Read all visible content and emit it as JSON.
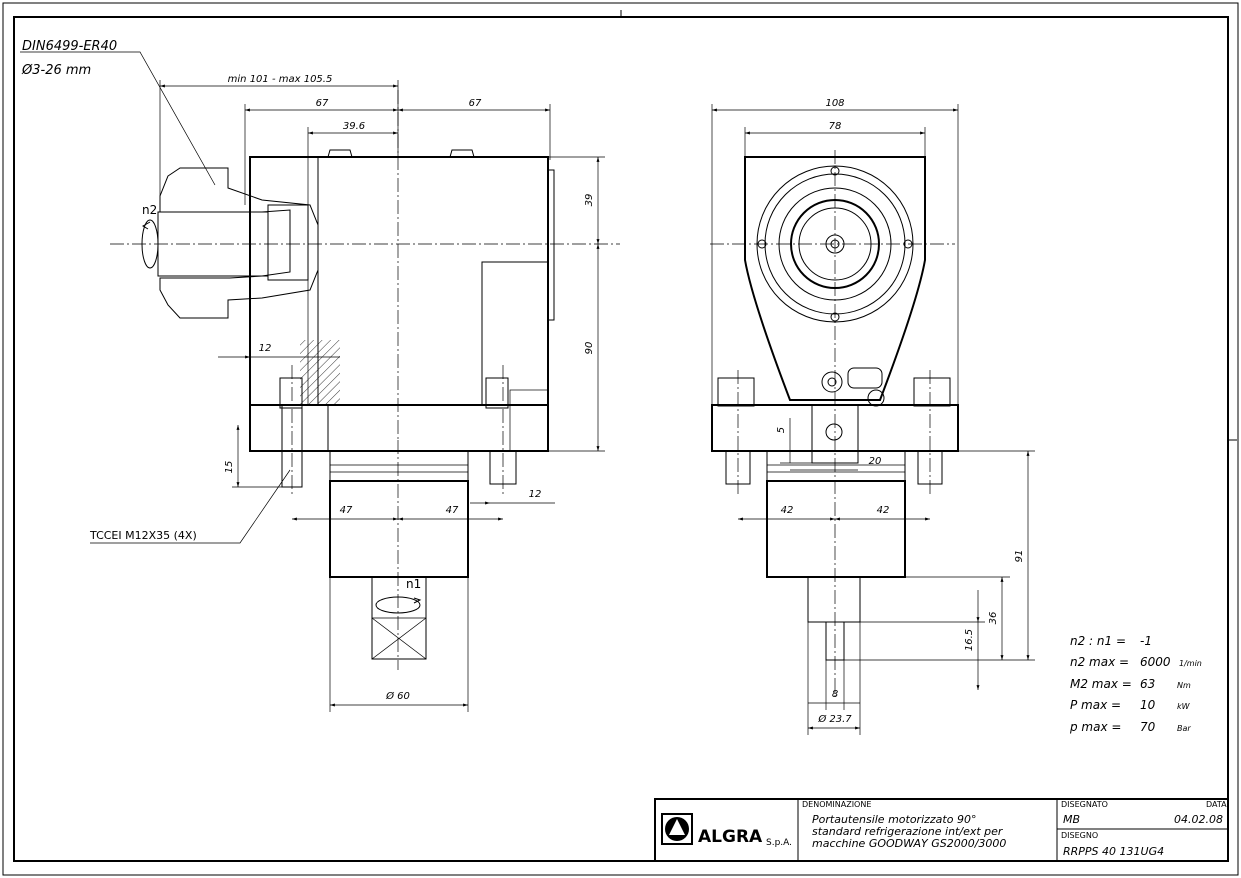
{
  "collet_spec": {
    "line1": "DIN6499-ER40",
    "line2": "Ø3-26 mm"
  },
  "screw_note": "TCCEI M12X35 (4X)",
  "speed_labels": {
    "n2": "n2",
    "n1": "n1"
  },
  "dims_left": {
    "overall": "min 101 - max 105.5",
    "w_left": "67",
    "w_right": "67",
    "w_396": "39.6",
    "h_39": "39",
    "h_90": "90",
    "d_12_top": "12",
    "d_15": "15",
    "d_12_bot": "12",
    "d_47_l": "47",
    "d_47_r": "47",
    "dia_60": "Ø 60"
  },
  "dims_right": {
    "w_108": "108",
    "w_78": "78",
    "d_5": "5",
    "d_20": "20",
    "d_42_l": "42",
    "d_42_r": "42",
    "h_91": "91",
    "h_36": "36",
    "h_165": "16.5",
    "d_8": "8",
    "dia_237": "Ø 23.7"
  },
  "specs": [
    {
      "label": "n2 : n1 =",
      "value": "-1",
      "unit": ""
    },
    {
      "label": "n2 max =",
      "value": "6000",
      "unit": "1/min"
    },
    {
      "label": "M2 max =",
      "value": "63",
      "unit": "Nm"
    },
    {
      "label": "P   max =",
      "value": "10",
      "unit": "kW"
    },
    {
      "label": "p   max =",
      "value": "70",
      "unit": "Bar"
    }
  ],
  "title_block": {
    "company": "ALGRA",
    "company_suffix": "S.p.A.",
    "denominazione_label": "DENOMINAZIONE",
    "desc_line1": "Portautensile motorizzato 90°",
    "desc_line2": "standard refrigerazione int/ext per",
    "desc_line3": "macchine GOODWAY GS2000/3000",
    "disegnato_label": "DISEGNATO",
    "disegnato_value": "MB",
    "data_label": "DATA",
    "data_value": "04.02.08",
    "disegno_label": "DISEGNO",
    "disegno_value": "RRPPS 40 131UG4"
  }
}
